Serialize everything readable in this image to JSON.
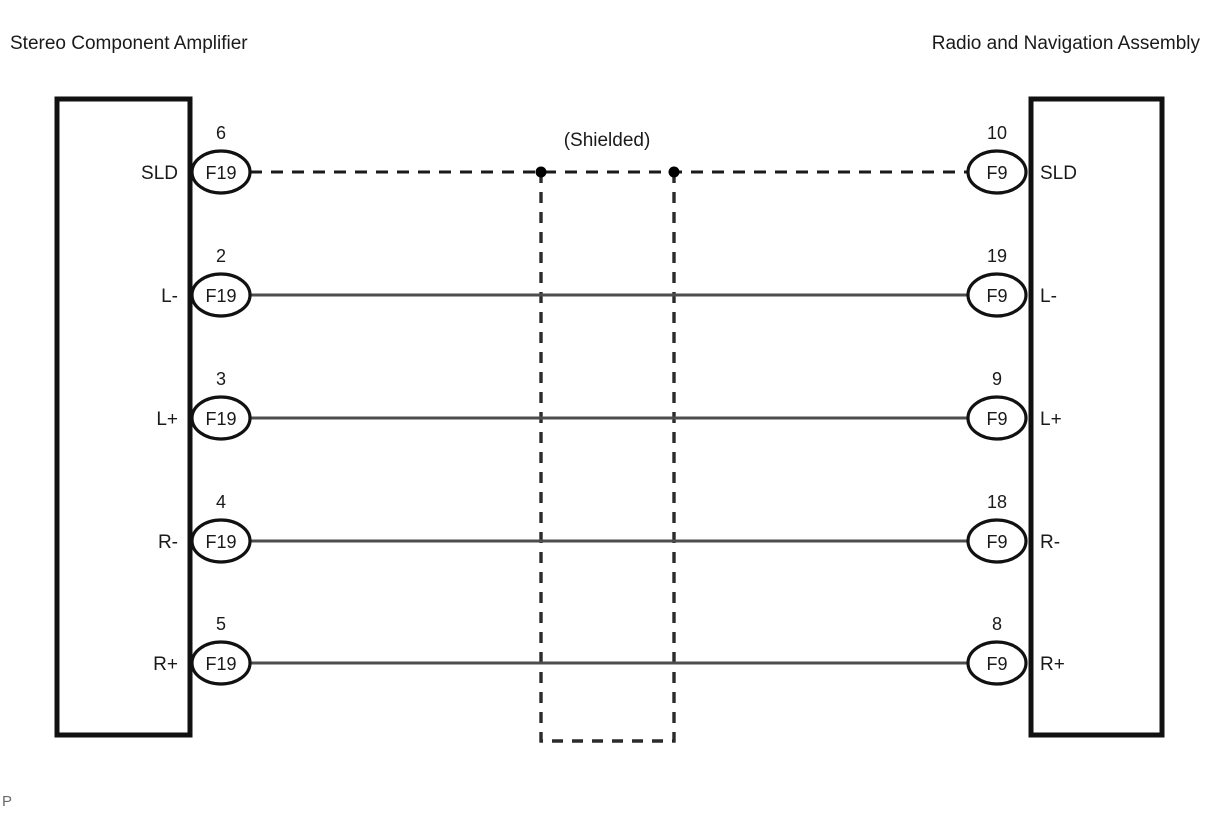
{
  "diagram": {
    "title_left": "Stereo Component Amplifier",
    "title_right": "Radio and Navigation Assembly",
    "shield_caption": "(Shielded)",
    "footer_mark": "P",
    "left_connector_code": "F19",
    "right_connector_code": "F9",
    "colors": {
      "background": "#ffffff",
      "box_border": "#111111",
      "solid_wire": "#4d4d4d",
      "dashed_wire": "#1a1a1a",
      "shield_box": "#2b2b2b",
      "text": "#1a1a1a"
    },
    "rows": [
      {
        "signal": "SLD",
        "left_pin": "6",
        "right_pin": "10",
        "left_code": "F19",
        "right_code": "F9",
        "right_signal": "SLD",
        "wire_style": "dashed"
      },
      {
        "signal": "L-",
        "left_pin": "2",
        "right_pin": "19",
        "left_code": "F19",
        "right_code": "F9",
        "right_signal": "L-",
        "wire_style": "solid"
      },
      {
        "signal": "L+",
        "left_pin": "3",
        "right_pin": "9",
        "left_code": "F19",
        "right_code": "F9",
        "right_signal": "L+",
        "wire_style": "solid"
      },
      {
        "signal": "R-",
        "left_pin": "4",
        "right_pin": "18",
        "left_code": "F19",
        "right_code": "F9",
        "right_signal": "R-",
        "wire_style": "solid"
      },
      {
        "signal": "R+",
        "left_pin": "5",
        "right_pin": "8",
        "left_code": "F19",
        "right_code": "F9",
        "right_signal": "R+",
        "wire_style": "solid"
      }
    ]
  }
}
